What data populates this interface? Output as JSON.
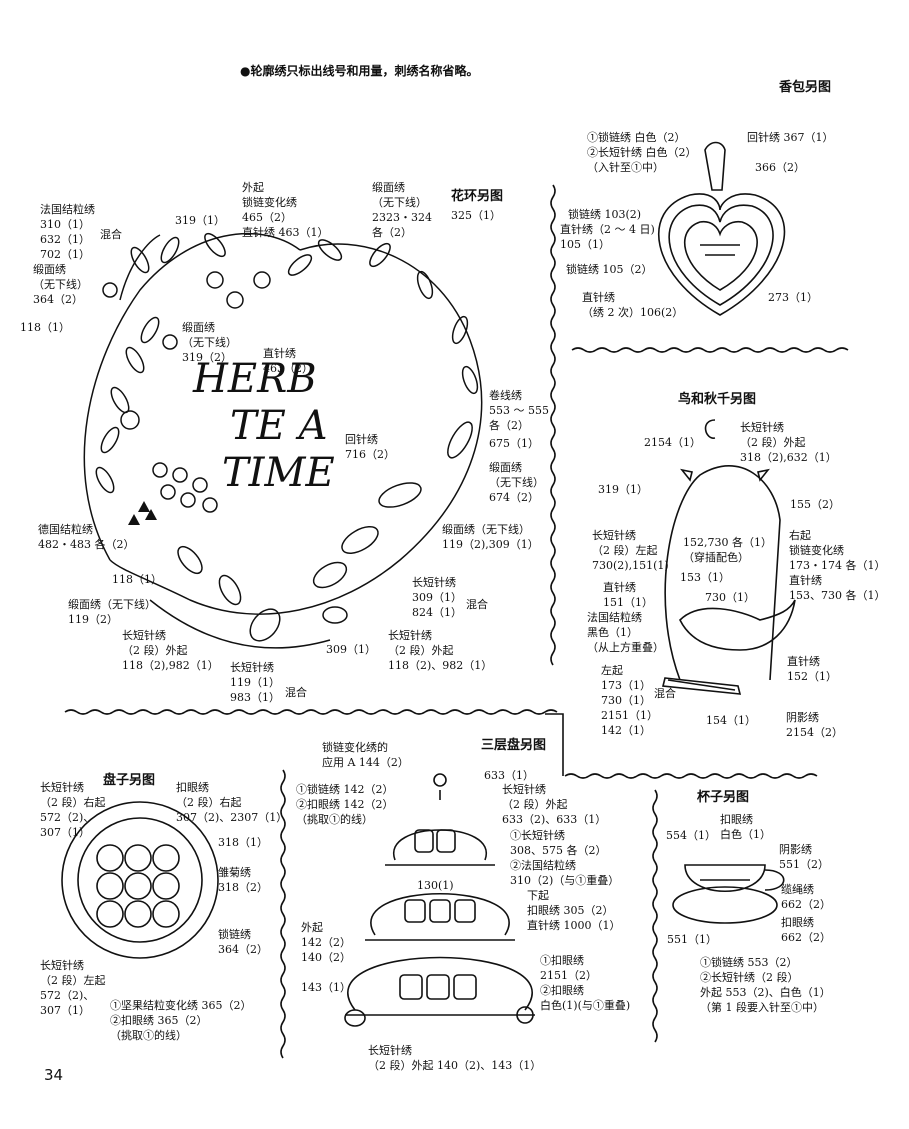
{
  "header": {
    "note": "●轮廓绣只标出线号和用量，刺绣名称省略。"
  },
  "page_number": "34",
  "herb_wreath": {
    "section_title": "花环另图",
    "title_lines": [
      "HERB",
      "TE A",
      "TIME"
    ],
    "labels": {
      "french_knot": "法国结粒绣\n310（1）\n632（1）\n702（1）",
      "mix1": "混合",
      "satin_364": "缎面绣\n（无下线）\n364（2）",
      "n118a": "118（1）",
      "n319a": "319（1）",
      "outline_group": "外起\n锁链变化绣\n465（2）\n直针绣 463（1）",
      "satin_319": "缎面绣\n（无下线）\n319（2）",
      "straight_463": "直针绣\n463（2）",
      "satin_2323": "缎面绣\n（无下线）\n2323・324\n各（2）",
      "n325": "325（1）",
      "bullion": "卷线绣\n553 ～ 555\n各（2）",
      "n675": "675（1）",
      "backstitch_716": "回针绣\n716（2）",
      "satin_674": "缎面绣\n（无下线）\n674（2）",
      "satin_119_309": "缎面绣（无下线）\n119（2),309（1）",
      "german_knot": "德国结粒绣\n482・483 各（2）",
      "n118b": "118（1）",
      "satin_119": "缎面绣（无下线）\n119（2）",
      "long_short_309": "长短针绣\n309（1）\n824（1）",
      "mix2": "混合",
      "n309": "309（1）",
      "long_short_a": "长短针绣\n（2 段）外起\n118（2),982（1）",
      "long_short_b": "长短针绣\n（2 段）外起\n118（2)、982（1）",
      "long_short_c": "长短针绣\n119（1）\n983（1）",
      "mix3": "混合"
    }
  },
  "sachet": {
    "section_title": "香包另图",
    "labels": {
      "chain_white": "①锁链绣 白色（2）\n②长短针绣 白色（2）\n（入针至①中）",
      "back_367": "回针绣 367（1）",
      "n366": "366（2）",
      "chain_103": "锁链绣 103(2)",
      "straight_105": "直针绣（2 ～ 4 日)\n105（1）",
      "chain_105": "锁链绣 105（2）",
      "straight_106": "直针绣\n（绣 2 次）106(2）",
      "n273": "273（1）"
    }
  },
  "bird_swing": {
    "section_title": "鸟和秋千另图",
    "labels": {
      "n2154a": "2154（1）",
      "long_short_318": "长短针绣\n（2 段）外起\n318（2),632（1）",
      "n319": "319（1）",
      "n155": "155（2）",
      "long_short_left": "长短针绣\n（2 段）左起\n730(2),151(1)",
      "n152_730": "152,730 各（1）\n（穿插配色）",
      "right_chain": "右起\n锁链变化绣\n173・174 各（1）",
      "n153": "153（1）",
      "n730": "730（1）",
      "straight_151": "直针绣\n151（1）",
      "straight_153": "直针绣\n153、730 各（1）",
      "french_black": "法国结粒绣\n黑色（1）\n（从上方重叠）",
      "straight_152": "直针绣\n152（1）",
      "left_group": "左起\n173（1）\n730（1）\n2151（1）\n142（1）",
      "mix4": "混合",
      "n154": "154（1）",
      "shadow_2154": "阴影绣\n2154（2）"
    }
  },
  "plate": {
    "section_title": "盘子另图",
    "labels": {
      "long_short_right": "长短针绣\n（2 段）右起\n572（2)、\n307（1）",
      "buttonhole_right": "扣眼绣\n（2 段）右起\n307（2)、2307（1）",
      "n318": "318（1）",
      "daisy": "雏菊绣\n318（2）",
      "chain_364": "锁链绣\n364（2）",
      "long_short_left": "长短针绣\n（2 段）左起\n572（2)、\n307（1）",
      "knot_365": "①坚果结粒变化绣 365（2）\n②扣眼绣 365（2）\n（挑取①的线）"
    }
  },
  "three_tier": {
    "section_title": "三层盘另图",
    "labels": {
      "chain_variation": "锁链变化绣的\n应用 A 144（2）",
      "n633": "633（1）",
      "chain_142": "①锁链绣 142（2）\n②扣眼绣 142（2）\n（挑取①的线）",
      "long_short_633": "长短针绣\n（2 段）外起\n633（2)、633（1）",
      "long_short_308": "①长短针绣\n308、575 各（2）\n②法国结粒绣\n310（2)（与①重叠）",
      "n130": "130(1)",
      "buttonhole_305": "下起\n扣眼绣 305（2）\n直针绣 1000（1）",
      "outer_142": "外起\n142（2）\n140（2）",
      "buttonhole_2151": "①扣眼绣\n2151（2）\n②扣眼绣\n白色(1)(与①重叠)",
      "n143": "143（1）",
      "long_short_140": "长短针绣\n（2 段）外起 140（2)、143（1）"
    }
  },
  "cup": {
    "section_title": "杯子另图",
    "labels": {
      "n554": "554（1）",
      "buttonhole_white": "扣眼绣\n白色（1）",
      "shadow_551": "阴影绣\n551（2）",
      "cable_662": "缆绳绣\n662（2）",
      "buttonhole_662": "扣眼绣\n662（2）",
      "n551": "551（1）",
      "chain_553": "①锁链绣 553（2）\n②长短针绣（2 段）\n外起 553（2)、白色（1）\n（第 1 段要入针至①中）"
    }
  }
}
